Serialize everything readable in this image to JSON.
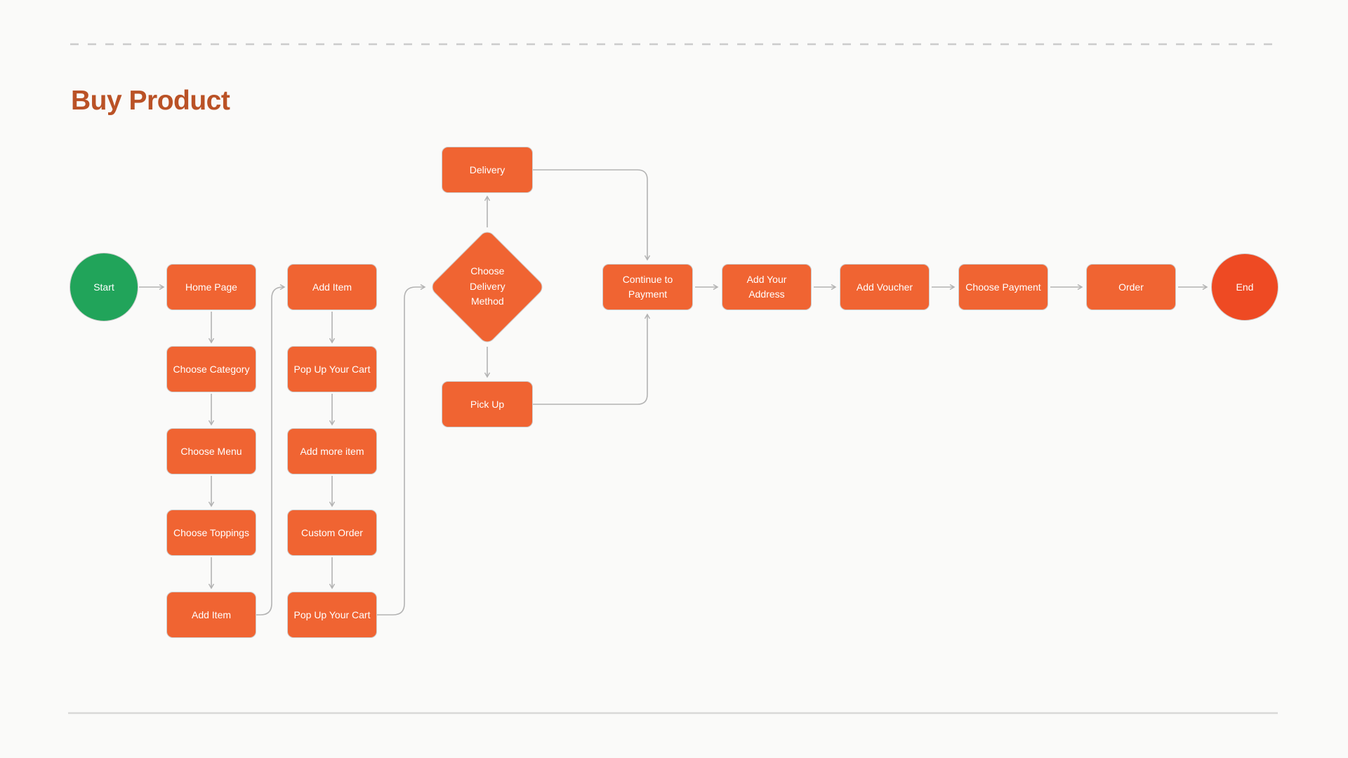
{
  "title": "Buy Product",
  "colors": {
    "background": "#FAFAF9",
    "title_color": "#BA5226",
    "node_fill": "#F06432",
    "node_border": "#CFCFCF",
    "node_text": "#FFFFFF",
    "start_fill": "#21A45A",
    "end_fill": "#EE4A23",
    "line_color": "#B3B3B3",
    "divider_dashed": "#CCCCCC",
    "divider_solid": "#D8D8D8"
  },
  "nodes": {
    "start": {
      "label": "Start"
    },
    "home_page": {
      "label": "Home Page"
    },
    "choose_category": {
      "label": "Choose Category"
    },
    "choose_menu": {
      "label": "Choose Menu"
    },
    "choose_toppings": {
      "label": "Choose Toppings"
    },
    "add_item_1": {
      "label": "Add Item"
    },
    "add_item_2": {
      "label": "Add Item"
    },
    "pop_up_your_cart_1": {
      "label": "Pop Up Your Cart"
    },
    "add_more_item": {
      "label": "Add more item"
    },
    "custom_order": {
      "label": "Custom Order"
    },
    "pop_up_your_cart_2": {
      "label": "Pop Up Your Cart"
    },
    "choose_delivery_method": {
      "label": "Choose Delivery Method"
    },
    "delivery": {
      "label": "Delivery"
    },
    "pick_up": {
      "label": "Pick Up"
    },
    "continue_to_payment": {
      "label": "Continue to Payment"
    },
    "add_your_address": {
      "label": "Add Your Address"
    },
    "add_voucher": {
      "label": "Add Voucher"
    },
    "choose_payment": {
      "label": "Choose Payment"
    },
    "order": {
      "label": "Order"
    },
    "end": {
      "label": "End"
    }
  }
}
